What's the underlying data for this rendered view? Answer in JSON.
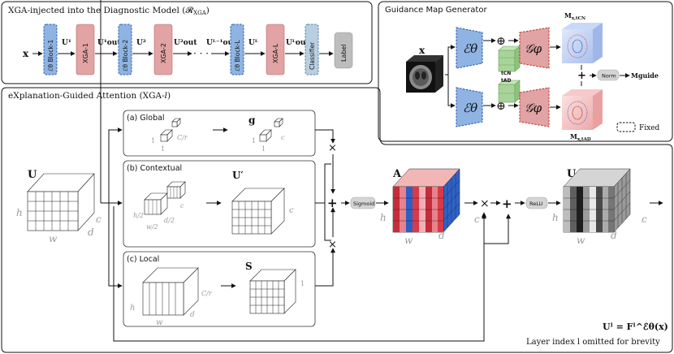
{
  "top_panel": {
    "title": "XGA-injected into the Diagnostic Model (𝓡",
    "title_sub": "XGA",
    "title_end": ")",
    "input": "x",
    "blocks": [
      "ℰθ Block-1",
      "XGA-1",
      "ℰθ Block-2",
      "XGA-2",
      "ℰθ Block-L",
      "XGA-L",
      "Classifier",
      "Label"
    ],
    "u_labels": [
      "U¹",
      "U¹out",
      "U²",
      "U²out",
      "Uᴸ⁻¹out",
      "Uᴸ",
      "Uᴸout"
    ],
    "dots": "· · ·"
  },
  "guidance": {
    "title": "Guidance Map Generator",
    "input": "x",
    "encoder": "ℰθ",
    "decoder": "𝒢φ",
    "t_cn": "tCN",
    "t_ad": "tAD",
    "m_cn": "M",
    "m_cn_sub": "x,tCN",
    "m_ad": "M",
    "m_ad_sub": "x,tAD",
    "norm": "Norm",
    "m_guide": "Mguide",
    "fixed": "Fixed",
    "plus": "+",
    "oplus": "⊕"
  },
  "xga_panel": {
    "title": "eXplanation-Guided Attention (XGA-",
    "title_l": "l",
    "title_end": ")",
    "input_U": "U",
    "dim_h": "h",
    "dim_w": "w",
    "dim_d": "d",
    "dim_c": "c",
    "global": {
      "label": "(a) Global",
      "out": "g",
      "cr": "C/r",
      "one": "1",
      "c": "c"
    },
    "contextual": {
      "label": "(b) Contextual",
      "out": "U′",
      "h2": "h/2",
      "w2": "w/2",
      "d2": "d/2",
      "c": "c"
    },
    "local": {
      "label": "(c) Local",
      "out": "S",
      "cr": "C/r",
      "one": "1"
    },
    "A": "A",
    "sigmoid": "Sigmoid",
    "relu": "ReLU",
    "U_out": "Uout",
    "times": "×",
    "plus": "+",
    "formula": "Uˡ = Fˡ^ℰθ(x)",
    "note": "Layer index l omitted for brevity"
  }
}
